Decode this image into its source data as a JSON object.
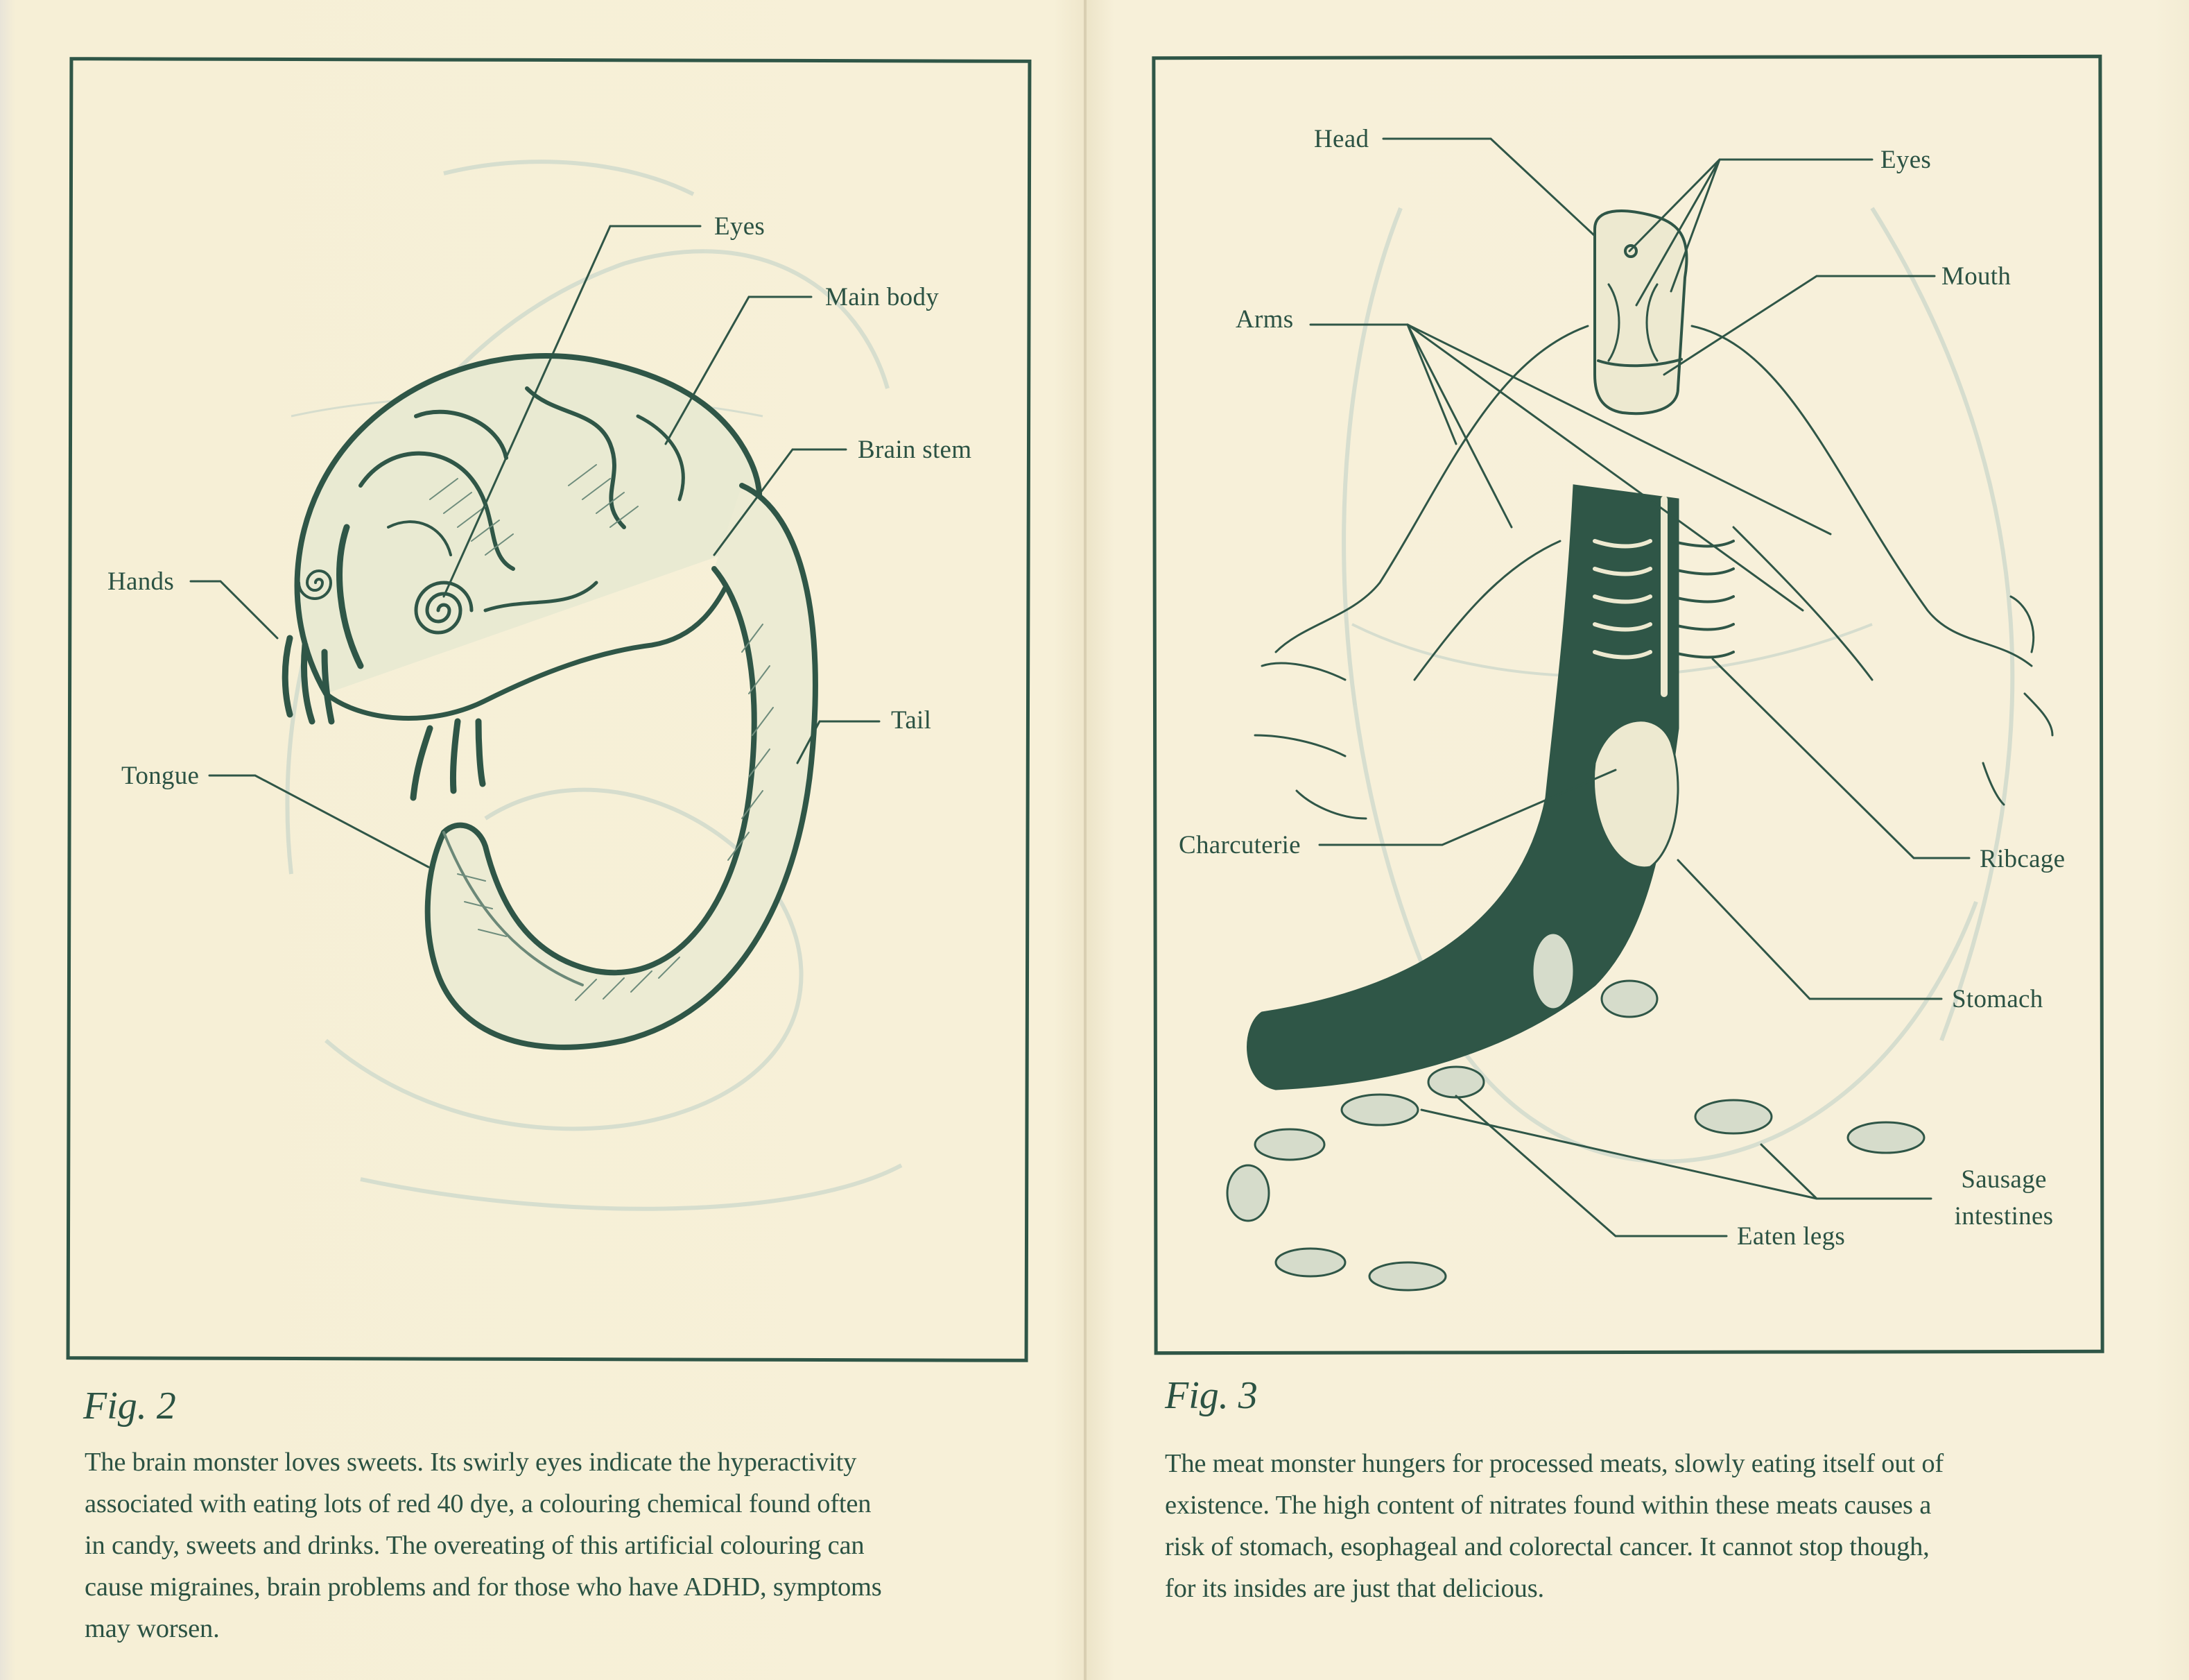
{
  "colors": {
    "ink": "#2b5243",
    "paper": "#f7f0d9",
    "ghost_ink": "#c9d4c4"
  },
  "left_page": {
    "figure": {
      "title": "Fig. 2",
      "labels": {
        "eyes": "Eyes",
        "main_body": "Main body",
        "brain_stem": "Brain stem",
        "hands": "Hands",
        "tongue": "Tongue",
        "tail": "Tail"
      }
    },
    "caption_lines": [
      "The brain monster loves sweets. Its swirly eyes indicate the hyperactivity",
      "associated with eating lots of red 40 dye, a colouring chemical found often",
      "in candy, sweets and drinks. The overeating of this artificial colouring can",
      "cause migraines, brain problems and for those who have ADHD, symptoms",
      "may worsen."
    ]
  },
  "right_page": {
    "figure": {
      "title": "Fig. 3",
      "labels": {
        "head": "Head",
        "eyes": "Eyes",
        "mouth": "Mouth",
        "arms": "Arms",
        "charcuterie": "Charcuterie",
        "ribcage": "Ribcage",
        "stomach": "Stomach",
        "sausage_line1": "Sausage",
        "sausage_line2": "intestines",
        "eaten_legs": "Eaten legs"
      }
    },
    "caption_lines": [
      "The meat monster hungers for processed meats, slowly eating itself out of",
      "existence. The high content of nitrates found within these meats causes a",
      "risk of stomach, esophageal and colorectal cancer. It cannot stop though,",
      "for its insides are just that delicious."
    ]
  }
}
